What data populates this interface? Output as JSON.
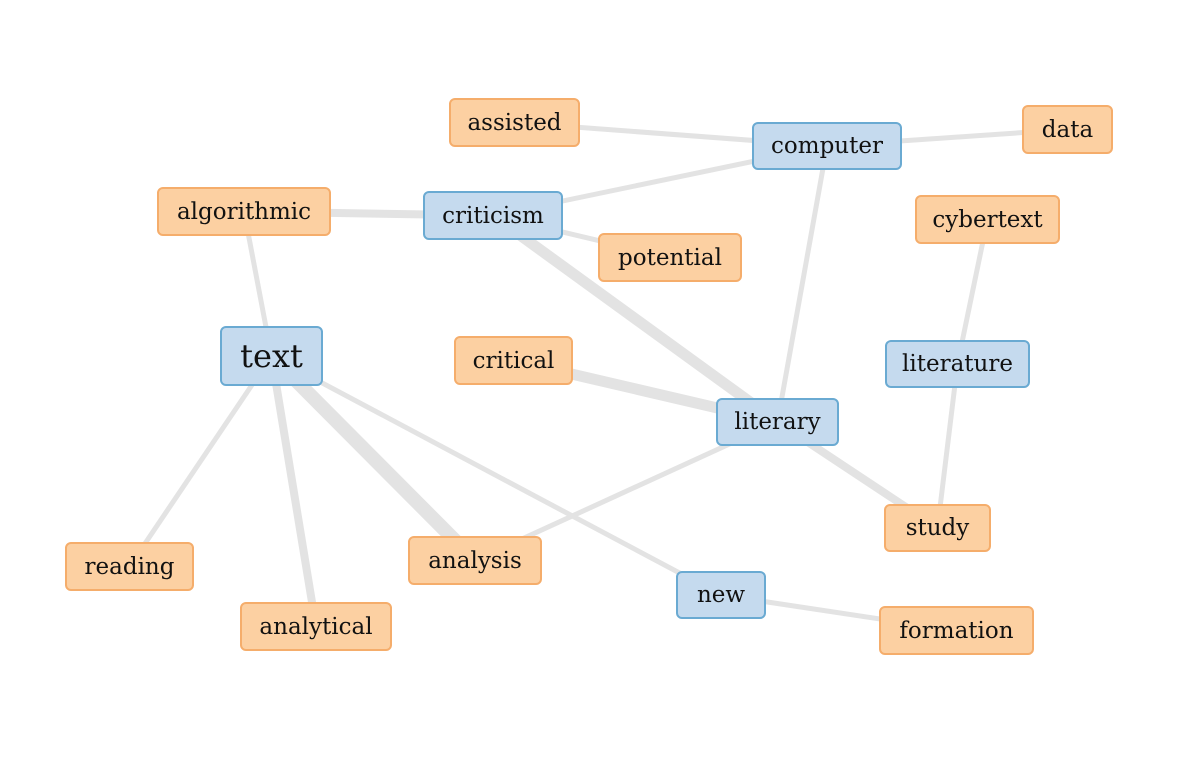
{
  "colors": {
    "blue_fill": "#c5daee",
    "blue_border": "#6aaad2",
    "orange_fill": "#fcd0a2",
    "orange_border": "#f5ad6b",
    "edge": "#e3e3e3"
  },
  "nodes": {
    "text": {
      "label": "text",
      "kind": "blue"
    },
    "computer": {
      "label": "computer",
      "kind": "blue"
    },
    "criticism": {
      "label": "criticism",
      "kind": "blue"
    },
    "literary": {
      "label": "literary",
      "kind": "blue"
    },
    "literature": {
      "label": "literature",
      "kind": "blue"
    },
    "new": {
      "label": "new",
      "kind": "blue"
    },
    "assisted": {
      "label": "assisted",
      "kind": "orange"
    },
    "data": {
      "label": "data",
      "kind": "orange"
    },
    "algorithmic": {
      "label": "algorithmic",
      "kind": "orange"
    },
    "potential": {
      "label": "potential",
      "kind": "orange"
    },
    "cybertext": {
      "label": "cybertext",
      "kind": "orange"
    },
    "critical": {
      "label": "critical",
      "kind": "orange"
    },
    "reading": {
      "label": "reading",
      "kind": "orange"
    },
    "analysis": {
      "label": "analysis",
      "kind": "orange"
    },
    "analytical": {
      "label": "analytical",
      "kind": "orange"
    },
    "study": {
      "label": "study",
      "kind": "orange"
    },
    "formation": {
      "label": "formation",
      "kind": "orange"
    }
  },
  "edges": [
    {
      "from": "assisted",
      "to": "computer",
      "weight": 1
    },
    {
      "from": "computer",
      "to": "data",
      "weight": 1
    },
    {
      "from": "computer",
      "to": "criticism",
      "weight": 1
    },
    {
      "from": "computer",
      "to": "literary",
      "weight": 1
    },
    {
      "from": "algorithmic",
      "to": "criticism",
      "weight": 2
    },
    {
      "from": "criticism",
      "to": "potential",
      "weight": 1
    },
    {
      "from": "criticism",
      "to": "literary",
      "weight": 3
    },
    {
      "from": "algorithmic",
      "to": "text",
      "weight": 1
    },
    {
      "from": "critical",
      "to": "literary",
      "weight": 3
    },
    {
      "from": "cybertext",
      "to": "literature",
      "weight": 1
    },
    {
      "from": "literature",
      "to": "study",
      "weight": 1
    },
    {
      "from": "literary",
      "to": "study",
      "weight": 2
    },
    {
      "from": "literary",
      "to": "analysis",
      "weight": 1
    },
    {
      "from": "text",
      "to": "reading",
      "weight": 1
    },
    {
      "from": "text",
      "to": "analytical",
      "weight": 2
    },
    {
      "from": "text",
      "to": "analysis",
      "weight": 4
    },
    {
      "from": "text",
      "to": "new",
      "weight": 1
    },
    {
      "from": "new",
      "to": "formation",
      "weight": 1
    }
  ]
}
